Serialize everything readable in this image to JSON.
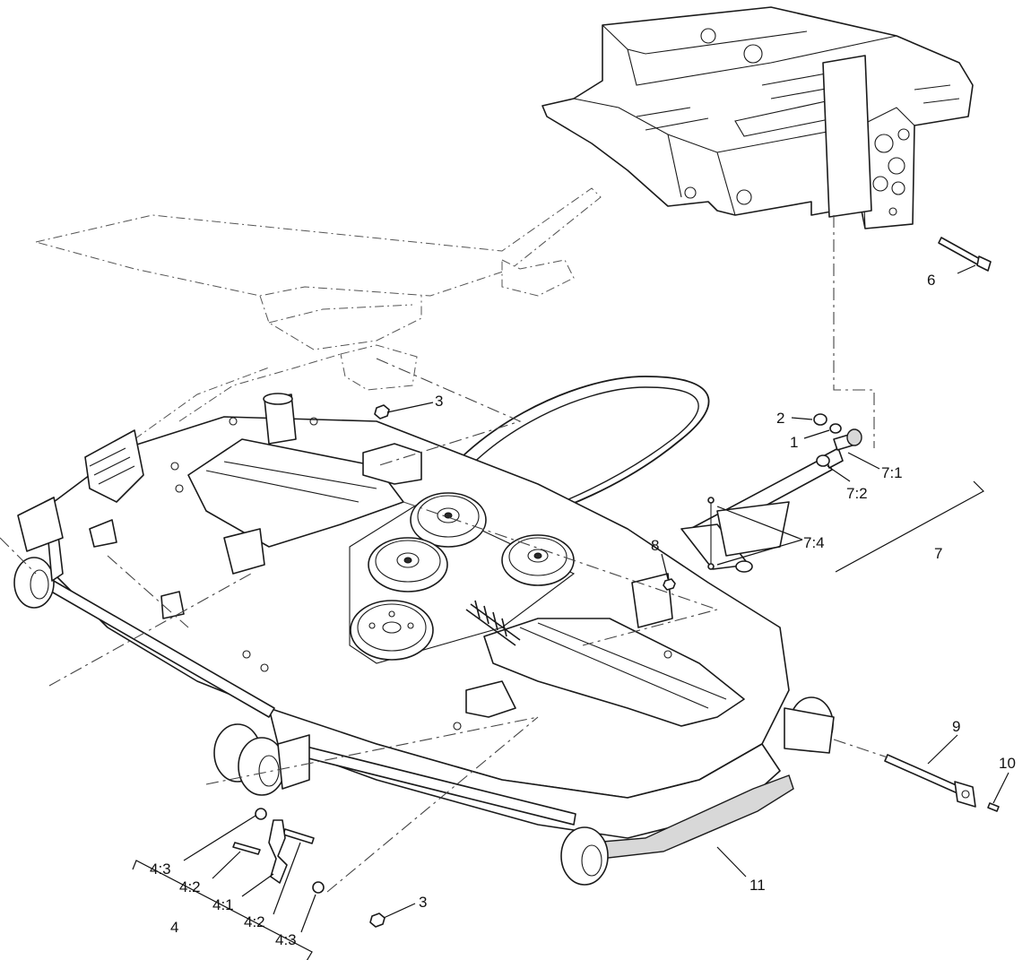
{
  "callouts": [
    {
      "id": "c-6",
      "label": "6"
    },
    {
      "id": "c-2",
      "label": "2"
    },
    {
      "id": "c-1",
      "label": "1"
    },
    {
      "id": "c-7-1",
      "label": "7:1"
    },
    {
      "id": "c-7-2",
      "label": "7:2"
    },
    {
      "id": "c-7-4",
      "label": "7:4"
    },
    {
      "id": "c-7",
      "label": "7"
    },
    {
      "id": "c-8",
      "label": "8"
    },
    {
      "id": "c-3-top",
      "label": "3"
    },
    {
      "id": "c-9",
      "label": "9"
    },
    {
      "id": "c-10",
      "label": "10"
    },
    {
      "id": "c-11",
      "label": "11"
    },
    {
      "id": "c-3-bottom",
      "label": "3"
    },
    {
      "id": "c-4-3-top",
      "label": "4:3"
    },
    {
      "id": "c-4-2-left",
      "label": "4:2"
    },
    {
      "id": "c-4-1",
      "label": "4:1"
    },
    {
      "id": "c-4-2-right",
      "label": "4:2"
    },
    {
      "id": "c-4-3-bottom",
      "label": "4:3"
    },
    {
      "id": "c-4",
      "label": "4"
    }
  ]
}
